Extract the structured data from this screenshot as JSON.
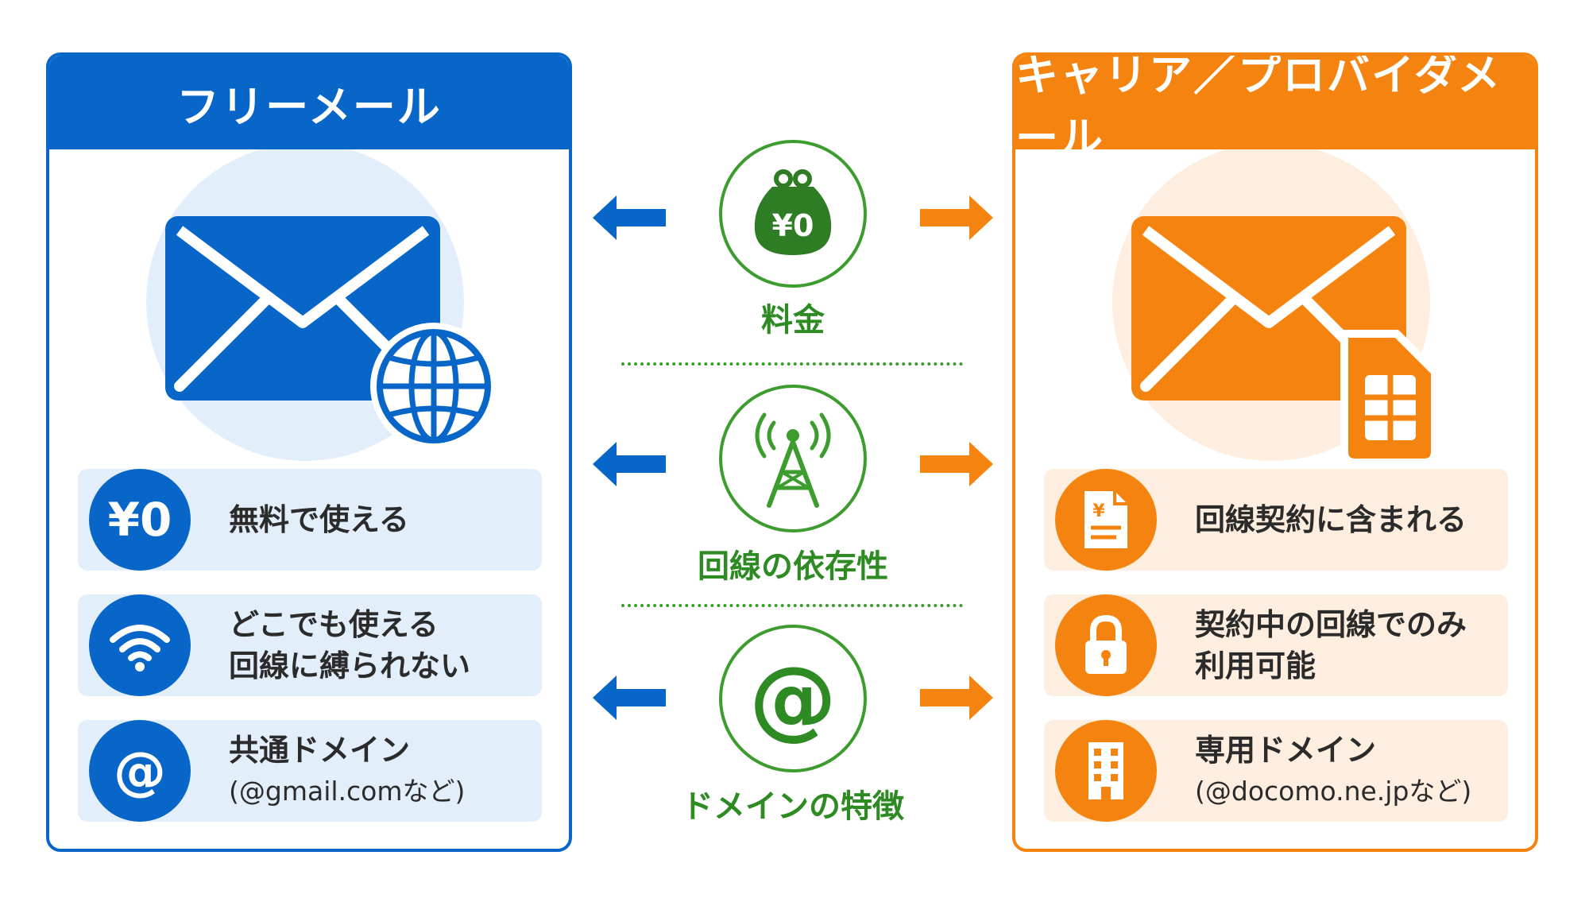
{
  "left_panel": {
    "title": "フリーメール",
    "items": [
      {
        "icon": "yen-icon",
        "glyph": "¥0",
        "lines": [
          "無料で使える"
        ]
      },
      {
        "icon": "wifi-icon",
        "lines": [
          "どこでも使える",
          "回線に縛られない"
        ]
      },
      {
        "icon": "at-icon",
        "glyph": "@",
        "lines": [
          "共通ドメイン",
          "(@gmail.comなど)"
        ]
      }
    ]
  },
  "right_panel": {
    "title": "キャリア／プロバイダメール",
    "items": [
      {
        "icon": "document-yen-icon",
        "lines": [
          "回線契約に含まれる"
        ]
      },
      {
        "icon": "lock-icon",
        "lines": [
          "契約中の回線でのみ",
          "利用可能"
        ]
      },
      {
        "icon": "building-icon",
        "lines": [
          "専用ドメイン",
          "(@docomo.ne.jpなど)"
        ]
      }
    ]
  },
  "center": [
    {
      "label": "料金",
      "icon": "coin-purse-icon",
      "glyph": "¥0"
    },
    {
      "label": "回線の依存性",
      "icon": "antenna-icon"
    },
    {
      "label": "ドメインの特徴",
      "icon": "at-icon",
      "glyph": "@"
    }
  ],
  "colors": {
    "blue": "#0866C9",
    "orange": "#F5830F",
    "green": "#3C9C2E",
    "light_blue": "#E3EEFB",
    "light_orange": "#FDEEDF"
  }
}
